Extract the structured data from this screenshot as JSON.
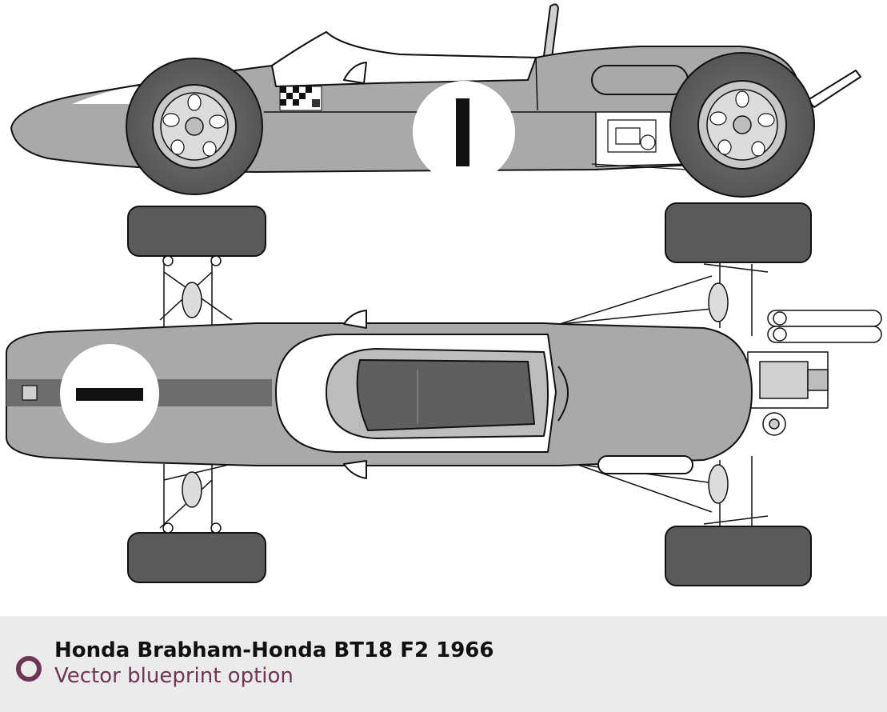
{
  "caption": {
    "title": "Honda Brabham-Honda BT18 F2 1966",
    "subtitle": "Vector blueprint option",
    "accent_color": "#6e3555",
    "icon": "ring-icon"
  },
  "car": {
    "race_number": "1",
    "body_color": "#a9a9a9",
    "roundel_color": "#ffffff",
    "stripe_color": "#6d6d6d",
    "tire_color": "#555555",
    "outline_color": "#111111"
  },
  "views": [
    "side-view",
    "top-view"
  ]
}
